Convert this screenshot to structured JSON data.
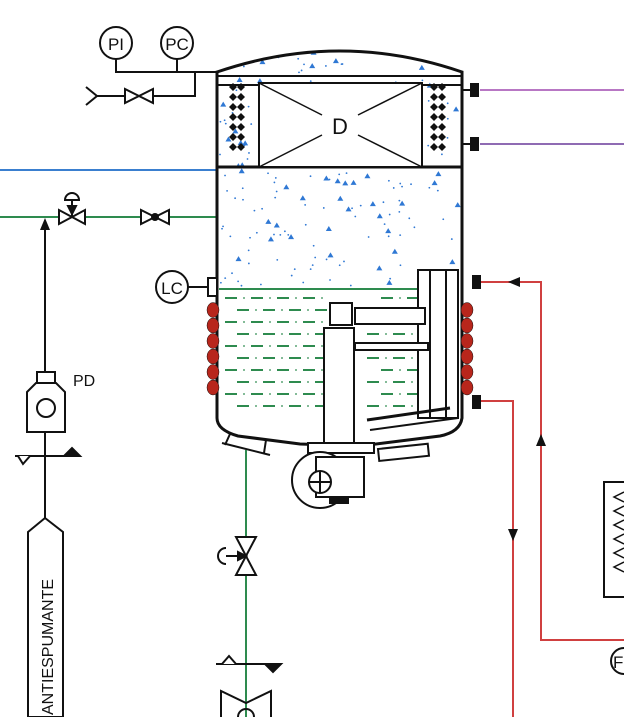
{
  "diagram": {
    "type": "P&ID - fermentation vessel",
    "instruments": {
      "pi": "PI",
      "pc": "PC",
      "lc": "LC",
      "pd": "PD",
      "f": "F"
    },
    "equipment": {
      "demister_label": "D",
      "antifoam_tank_label": "ANTIESPUMANTE"
    },
    "colors": {
      "line": "#111111",
      "air_line": "#3a7fcf",
      "process_line": "#2e8b4f",
      "hot_line": "#d04040",
      "cooling_line": "#8a3a9a",
      "foam_dots": "#2f78d4",
      "jacket": "#b8261c",
      "liquid": "#2e8b4f"
    },
    "flow_arrows": [
      {
        "line": "return-to-jacket",
        "direction": "left"
      },
      {
        "line": "jacket-riser",
        "direction": "up"
      },
      {
        "line": "jacket-outlet",
        "direction": "down"
      }
    ]
  }
}
